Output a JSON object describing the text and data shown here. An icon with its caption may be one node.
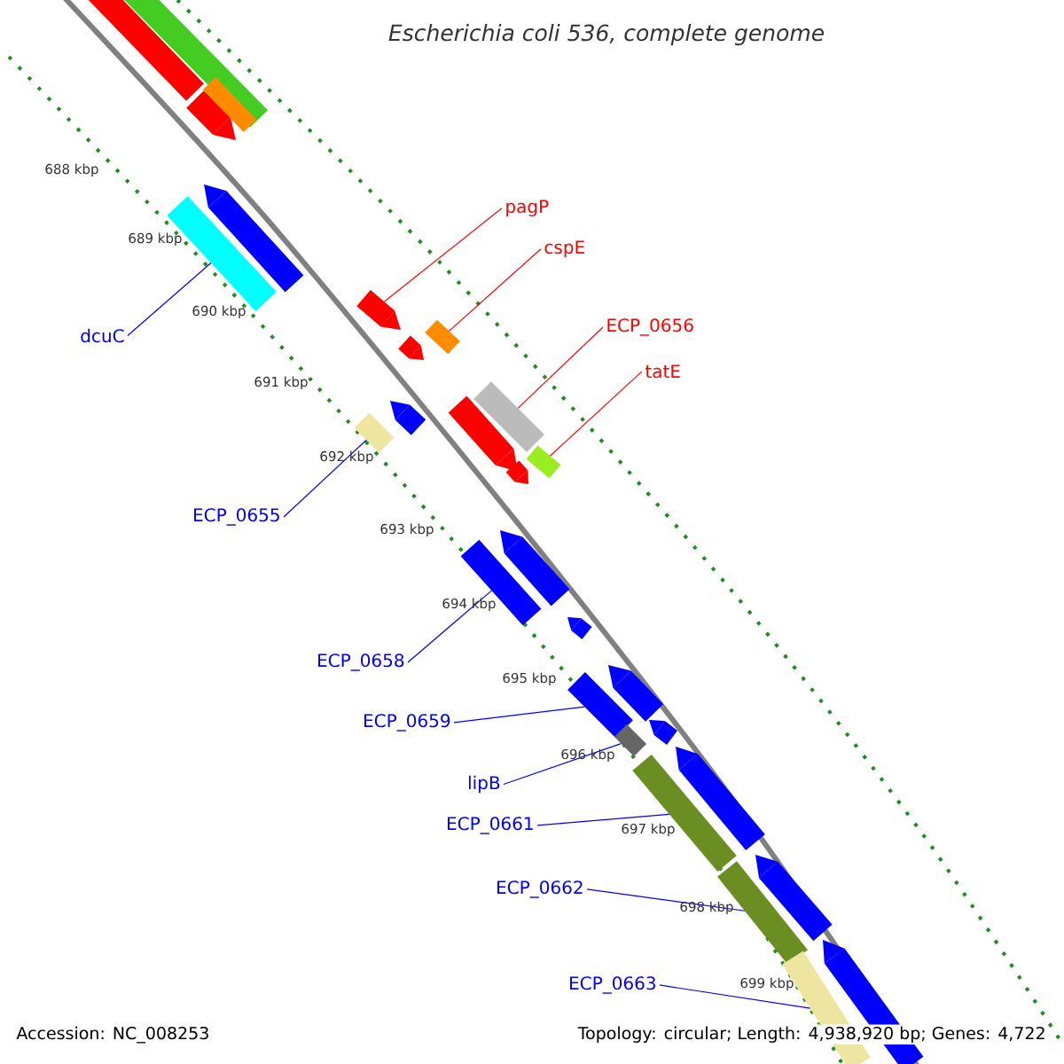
{
  "diagram": {
    "title": "Escherichia coli 536, complete genome",
    "nodes": [
      {
        "text": [
          "pagP"
        ]
      },
      {
        "text": [
          "cspE"
        ]
      },
      {
        "text": [
          "ECP_0656"
        ]
      },
      {
        "text": [
          "tatE"
        ]
      },
      {
        "text": [
          "dcuC"
        ]
      },
      {
        "text": [
          "ECP_0655"
        ]
      },
      {
        "text": [
          "ECP_0658"
        ]
      },
      {
        "text": [
          "ECP_0659"
        ]
      },
      {
        "text": [
          "lipB"
        ]
      },
      {
        "text": [
          "ECP_0661"
        ]
      },
      {
        "text": [
          "ECP_0662"
        ]
      },
      {
        "text": [
          "ECP_0663"
        ]
      },
      {
        "text": [],
        "shape": "bar"
      },
      {
        "text": [],
        "shape": "bar"
      },
      {
        "text": [],
        "shape": "bar"
      },
      {
        "text": [],
        "shape": "bar"
      },
      {
        "text": [],
        "shape": "bar"
      },
      {
        "text": [],
        "shape": "bar"
      },
      {
        "text": [],
        "shape": "bar"
      },
      {
        "text": [],
        "shape": "bar"
      },
      {
        "text": [],
        "shape": "bar"
      },
      {
        "text": [],
        "shape": "bar"
      },
      {
        "text": [],
        "shape": "bar"
      },
      {
        "text": [],
        "shape": "bar"
      }
    ],
    "edges": [
      {
        "from": 0,
        "to": 12,
        "arrow": "none",
        "color": "#ff0000"
      },
      {
        "from": 1,
        "to": 13,
        "arrow": "none",
        "color": "#ff0000"
      },
      {
        "from": 2,
        "to": 14,
        "arrow": "none",
        "color": "#ff0000"
      },
      {
        "from": 3,
        "to": 15,
        "arrow": "none",
        "color": "#ff0000"
      },
      {
        "from": 4,
        "to": 16,
        "arrow": "none"
      },
      {
        "from": 5,
        "to": 17,
        "arrow": "none"
      },
      {
        "from": 6,
        "to": 18,
        "arrow": "none"
      },
      {
        "from": 7,
        "to": 19,
        "arrow": "none"
      },
      {
        "from": 8,
        "to": 20,
        "arrow": "none"
      },
      {
        "from": 9,
        "to": 21,
        "arrow": "none"
      },
      {
        "from": 10,
        "to": 22,
        "arrow": "none"
      },
      {
        "from": 11,
        "to": 23,
        "arrow": "none"
      }
    ],
    "labels": [
      "688 kbp",
      "689 kbp",
      "690 kbp",
      "691 kbp",
      "692 kbp",
      "693 kbp",
      "694 kbp",
      "695 kbp",
      "696 kbp",
      "697 kbp",
      "698 kbp",
      "699 kbp",
      "Accession: NC_008253",
      "Topology: circular; Length: 4,938,920 bp; Genes: 4,722"
    ]
  }
}
